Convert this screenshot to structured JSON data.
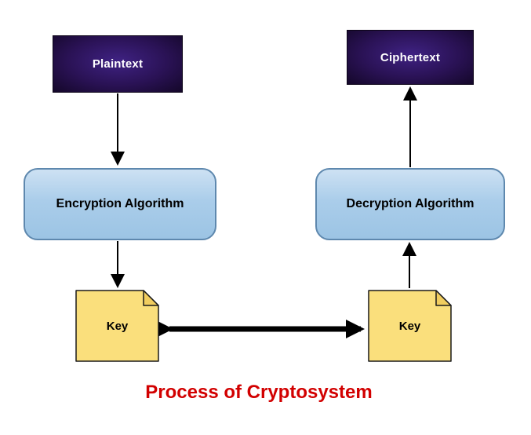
{
  "title": {
    "text": "Process of Cryptosystem",
    "color": "#d20000"
  },
  "nodes": {
    "plaintext": {
      "label": "Plaintext",
      "shape": "rectangle",
      "fill": "#2a1255",
      "text_color": "#ffffff"
    },
    "ciphertext": {
      "label": "Ciphertext",
      "shape": "rectangle",
      "fill": "#2a1255",
      "text_color": "#ffffff"
    },
    "encryption": {
      "label": "Encryption Algorithm",
      "shape": "rounded-rectangle",
      "fill": "#aacdea",
      "text_color": "#000000"
    },
    "decryption": {
      "label": "Decryption Algorithm",
      "shape": "rounded-rectangle",
      "fill": "#aacdea",
      "text_color": "#000000"
    },
    "key_left": {
      "label": "Key",
      "shape": "note-folded-corner",
      "fill": "#fadf7c",
      "text_color": "#000000"
    },
    "key_right": {
      "label": "Key",
      "shape": "note-folded-corner",
      "fill": "#fadf7c",
      "text_color": "#000000"
    }
  },
  "connections": [
    {
      "from": "plaintext",
      "to": "encryption",
      "direction": "down",
      "style": "thin-arrow"
    },
    {
      "from": "encryption",
      "to": "key_left",
      "direction": "down",
      "style": "thin-arrow"
    },
    {
      "from": "key_left",
      "to": "key_right",
      "direction": "horizontal",
      "style": "thick-double-arrow"
    },
    {
      "from": "key_right",
      "to": "decryption",
      "direction": "up",
      "style": "thin-arrow"
    },
    {
      "from": "decryption",
      "to": "ciphertext",
      "direction": "up",
      "style": "thin-arrow"
    }
  ],
  "colors": {
    "dark_box_fill": "#2a1255",
    "algo_box_fill": "#aacdea",
    "algo_box_border": "#5e88ae",
    "key_fill": "#fadf7c",
    "arrow": "#000000",
    "title": "#d20000",
    "background": "#ffffff"
  }
}
